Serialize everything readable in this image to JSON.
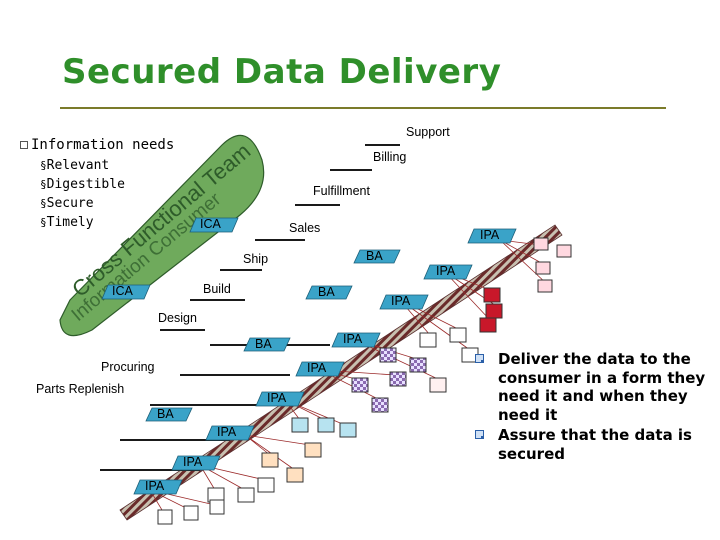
{
  "title": "Secured Data Delivery",
  "info_needs": {
    "heading": "Information needs",
    "items": [
      "Relevant",
      "Digestible",
      "Secure",
      "Timely"
    ]
  },
  "band": {
    "line1": "Cross Functional Team",
    "line2": "Information Consumer"
  },
  "levels": {
    "support": "Support",
    "billing": "Billing",
    "fulfillment": "Fulfillment",
    "sales": "Sales",
    "ship": "Ship",
    "build": "Build",
    "design": "Design",
    "procuring": "Procuring",
    "parts_replenish": "Parts Replenish"
  },
  "tags": {
    "ica_upper": "ICA",
    "ica_left": "ICA",
    "ba_ship": "BA",
    "ba_build": "BA",
    "ba_design": "BA",
    "ba_parts": "BA",
    "ipa_top": "IPA",
    "ipa_2": "IPA",
    "ipa_3": "IPA",
    "ipa_4": "IPA",
    "ipa_5": "IPA",
    "ipa_6": "IPA",
    "ipa_7": "IPA",
    "ipa_8": "IPA",
    "ipa_9": "IPA"
  },
  "right_bullets": [
    "Deliver the data to the consumer in a form they need it and when they need it",
    "Assure that the data is secured"
  ],
  "colors": {
    "title": "#2f8f2a",
    "band": "#6faa5c",
    "tag": "#3aa3c8",
    "stripe": "#6a2a2a"
  }
}
